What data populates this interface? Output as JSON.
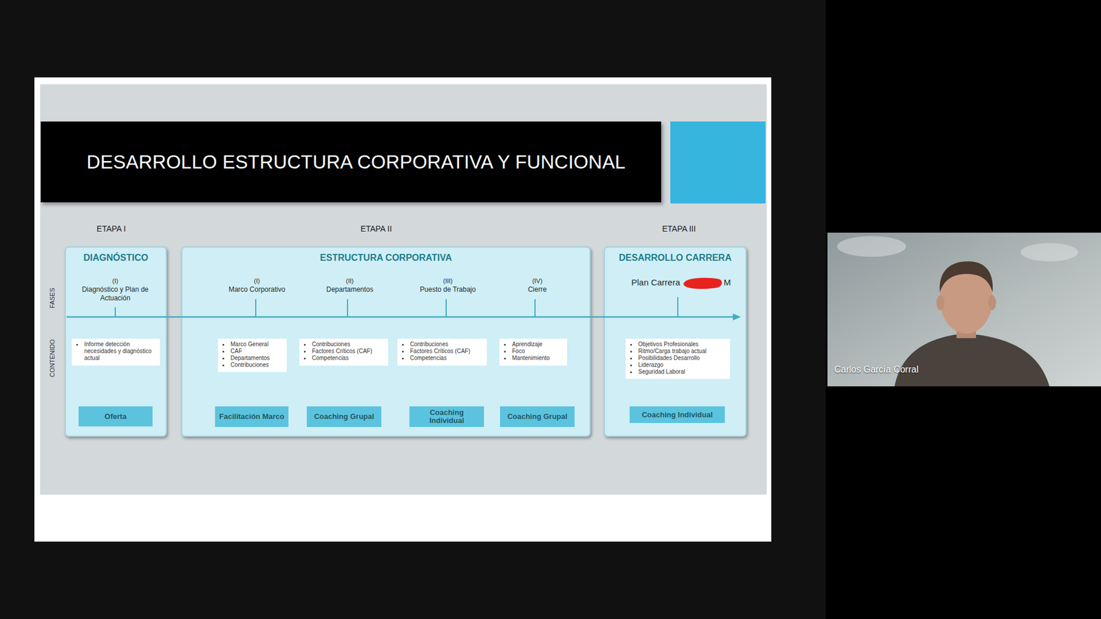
{
  "diagram": {
    "title": "DESARROLLO ESTRUCTURA CORPORATIVA Y FUNCIONAL",
    "nodes": [
      {
        "text": [
          "DIAGNÓSTICO"
        ]
      },
      {
        "text": [
          "Informe detección necesidades y diagnóstico actual"
        ],
        "in": 0
      },
      {
        "text": [
          "Oferta"
        ],
        "in": 0
      },
      {
        "text": [
          "ESTRUCTURA CORPORATIVA"
        ]
      },
      {
        "text": [
          "Marco General",
          "CAF",
          "Departamentos",
          "Contribuciones"
        ],
        "in": 3
      },
      {
        "text": [
          "Contribuciones",
          "Factores Críticos (CAF)",
          "Competencias"
        ],
        "in": 3
      },
      {
        "text": [
          "Contribuciones",
          "Factores Críticos (CAF)",
          "Competencias"
        ],
        "in": 3
      },
      {
        "text": [
          "Aprendizaje",
          "Foco",
          "Mantenimiento"
        ],
        "in": 3
      },
      {
        "text": [
          "Facilitación Marco"
        ],
        "in": 3
      },
      {
        "text": [
          "Coaching Grupal"
        ],
        "in": 3
      },
      {
        "text": [
          "Coaching Individual"
        ],
        "in": 3
      },
      {
        "text": [
          "Coaching Grupal"
        ],
        "in": 3
      },
      {
        "text": [
          "DESARROLLO CARRERA"
        ]
      },
      {
        "text": [
          "Objetivos Profesionales",
          "Ritmo/Carga trabajo actual",
          "Posibilidades Desarrollo",
          "Liderazgo",
          "Seguridad Laboral"
        ],
        "in": 12
      },
      {
        "text": [
          "Coaching Individual"
        ],
        "in": 12
      },
      {
        "text": [
          "Carlos García Corral"
        ]
      }
    ],
    "labels": [
      "ETAPA I",
      "ETAPA II",
      "ETAPA III",
      "FASES",
      "CONTENIDO",
      "(I)",
      "Diagnóstico y Plan de Actuación",
      "(I)",
      "Marco Corporativo",
      "(II)",
      "Departamentos",
      "(III)",
      "Puesto de Trabajo",
      "(IV)",
      "Cierre",
      "Plan Carrera",
      "M"
    ]
  }
}
